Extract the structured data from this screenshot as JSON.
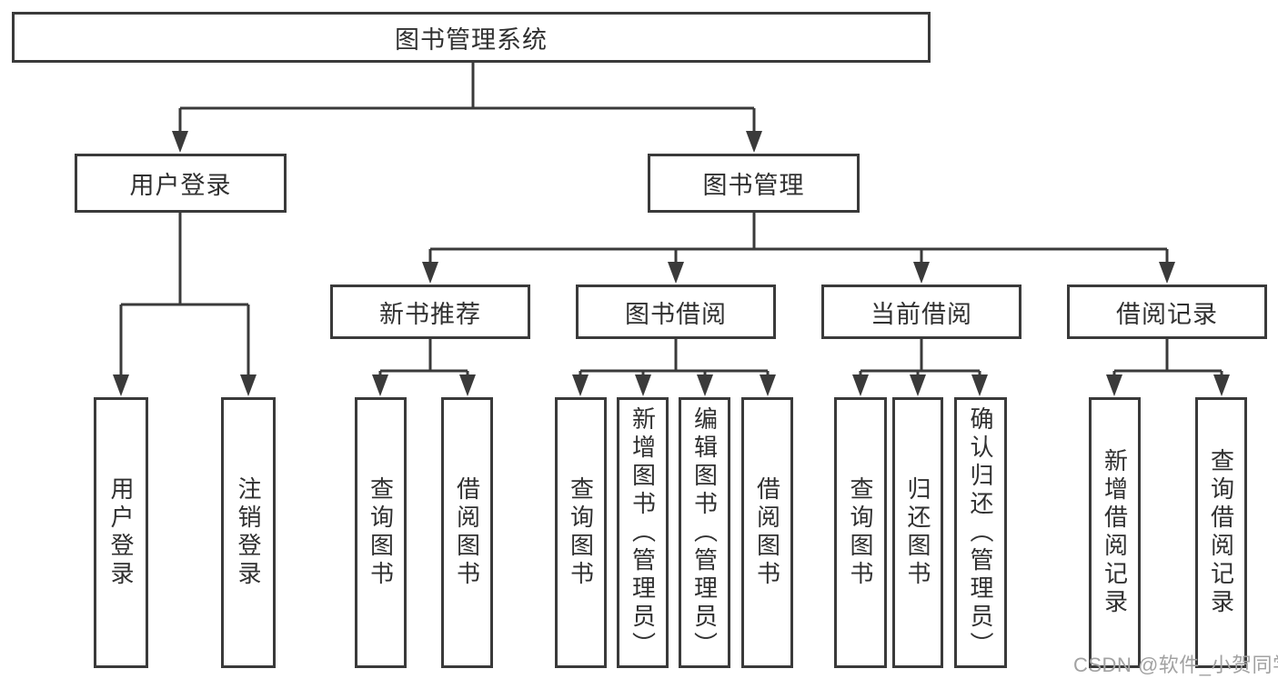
{
  "diagram": {
    "root_label": "图书管理系统",
    "l2": {
      "user": "用户登录",
      "mgmt": "图书管理"
    },
    "l3": {
      "newbook": "新书推荐",
      "borrow": "图书借阅",
      "current": "当前借阅",
      "record": "借阅记录"
    },
    "leaves": {
      "user": [
        "用户登录",
        "注销登录"
      ],
      "newbook": [
        "查询图书",
        "借阅图书"
      ],
      "borrow": [
        "查询图书",
        "新增图书（管理员）",
        "编辑图书（管理员）",
        "借阅图书"
      ],
      "current": [
        "查询图书",
        "归还图书",
        "确认归还（管理员）"
      ],
      "record": [
        "新增借阅记录",
        "查询借阅记录"
      ]
    }
  },
  "watermark": "CSDN @软件_小贺同学",
  "colors": {
    "line": "#3a3a3a",
    "text": "#303030",
    "watermark": "#a2a2a2",
    "background": "#ffffff"
  }
}
